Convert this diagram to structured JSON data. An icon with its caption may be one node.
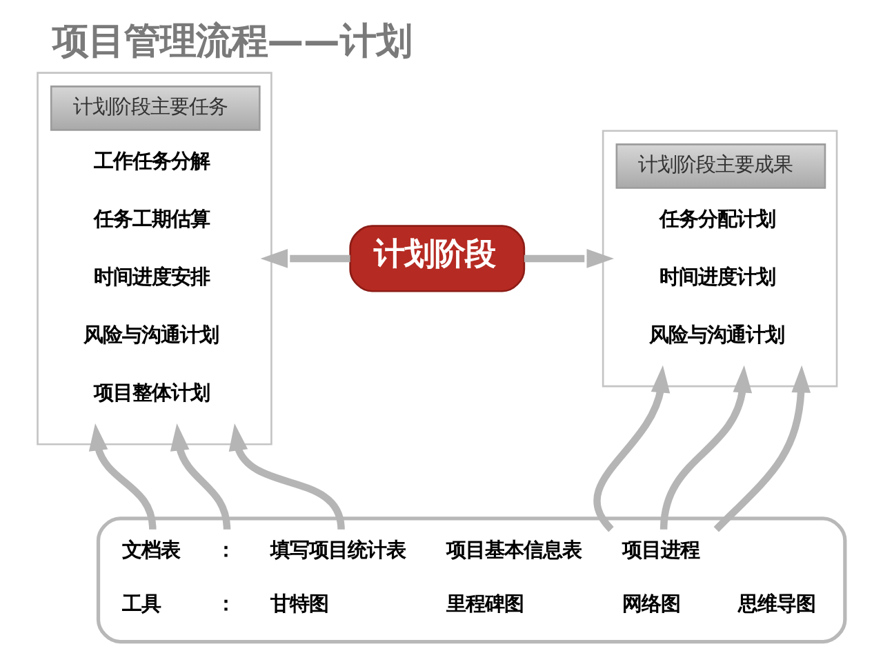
{
  "diagram": {
    "title": "项目管理流程——计划",
    "nodes": [
      {
        "text": [
          "计划阶段主要任务",
          "工作任务分解",
          "任务工期估算",
          "时间进度安排",
          "风险与沟通计划",
          "项目整体计划"
        ]
      },
      {
        "text": [
          "计划阶段"
        ]
      },
      {
        "text": [
          "计划阶段主要成果",
          "任务分配计划",
          "时间进度计划",
          "风险与沟通计划"
        ]
      },
      {
        "text": [
          "文档表",
          "：",
          "填写项目统计表",
          "项目基本信息表",
          "项目进程",
          "工具",
          "：",
          "甘特图",
          "里程碑图",
          "网络图",
          "思维导图"
        ]
      }
    ],
    "edges": [
      {
        "from": 1,
        "to": 0,
        "arrow": "to"
      },
      {
        "from": 1,
        "to": 2,
        "arrow": "to"
      },
      {
        "from": 3,
        "to": 0,
        "arrow": "to"
      },
      {
        "from": 3,
        "to": 0,
        "arrow": "to"
      },
      {
        "from": 3,
        "to": 0,
        "arrow": "to"
      },
      {
        "from": 3,
        "to": 2,
        "arrow": "to"
      },
      {
        "from": 3,
        "to": 2,
        "arrow": "to"
      },
      {
        "from": 3,
        "to": 2,
        "arrow": "to"
      }
    ]
  }
}
